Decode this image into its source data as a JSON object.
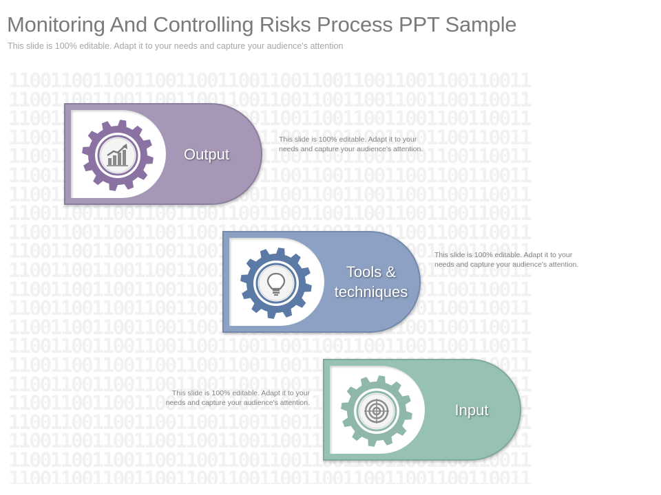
{
  "header": {
    "title": "Monitoring And Controlling Risks Process PPT Sample",
    "subtitle": "This slide is 100% editable. Adapt it to your needs and capture your audience's attention"
  },
  "background_pattern": "11001100110011001100110011001100110011001100110011",
  "stages": [
    {
      "label": "Output",
      "icon": "bar-chart-growth-icon",
      "color": "#a697b7",
      "description": "This slide is 100% editable. Adapt it to your needs and capture your audience's attention."
    },
    {
      "label": "Tools & techniques",
      "icon": "lightbulb-icon",
      "color": "#8ca1c3",
      "description": "This slide is 100% editable. Adapt it to your needs and capture your audience's attention."
    },
    {
      "label": "Input",
      "icon": "target-icon",
      "color": "#97c1b4",
      "description": "This slide is 100% editable. Adapt it to your needs and capture your audience's attention."
    }
  ],
  "colors": {
    "gear_output": "#8a73a3",
    "gear_tools": "#5b7aa5",
    "gear_input": "#8fb8ab"
  }
}
